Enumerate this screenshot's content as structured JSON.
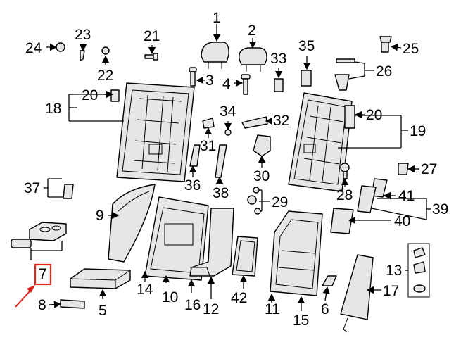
{
  "diagram": {
    "callouts": [
      "1",
      "2",
      "3",
      "4",
      "5",
      "6",
      "7",
      "8",
      "9",
      "10",
      "11",
      "12",
      "13",
      "14",
      "15",
      "16",
      "17",
      "18",
      "19",
      "20",
      "20",
      "21",
      "22",
      "23",
      "24",
      "25",
      "26",
      "27",
      "28",
      "29",
      "30",
      "31",
      "32",
      "33",
      "34",
      "35",
      "36",
      "37",
      "38",
      "39",
      "40",
      "41",
      "42"
    ],
    "highlighted_callout": "7",
    "highlight_color": "#e0251b",
    "line_color": "#000000",
    "part_fill": "#e6e6e6"
  }
}
